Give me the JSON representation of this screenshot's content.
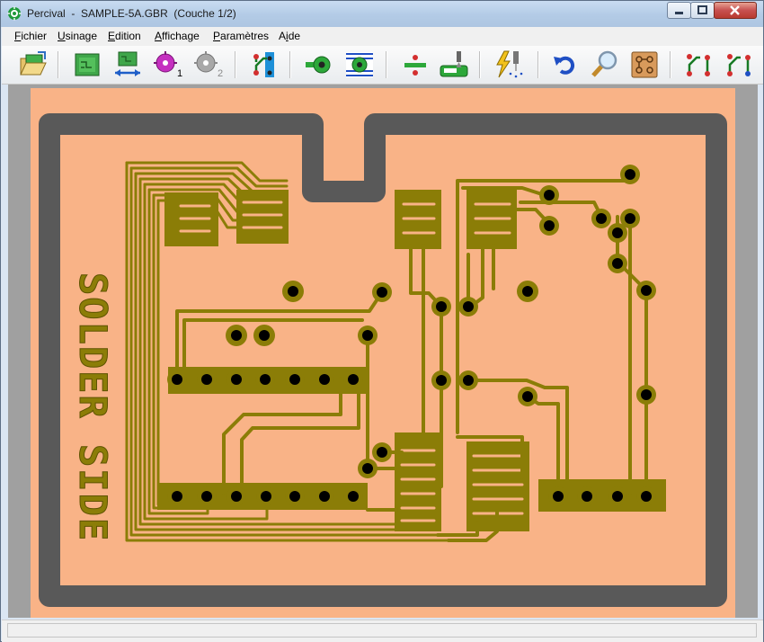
{
  "window": {
    "app_name": "Percival",
    "separator": "-",
    "file_name": "SAMPLE-5A.GBR",
    "layer": "(Couche 1/2)"
  },
  "menu": {
    "items": [
      {
        "key": "fichier",
        "first": "F",
        "rest": "ichier"
      },
      {
        "key": "usinage",
        "first": "U",
        "rest": "sinage"
      },
      {
        "key": "edition",
        "first": "E",
        "rest": "dition"
      },
      {
        "key": "affichage",
        "first": "A",
        "rest": "ffichage"
      },
      {
        "key": "parametres",
        "first": "P",
        "rest": "aramètres"
      },
      {
        "key": "aide",
        "first": "A",
        "rest": "ide",
        "pre": "",
        "underline_index": 1
      }
    ]
  },
  "toolbar": {
    "tool1_number": "1",
    "tool2_number": "2"
  },
  "board": {
    "silkscreen_text": "SOLDER SIDE",
    "colors": {
      "substrate": "#f9b387",
      "outline": "#595959",
      "copper": "#8b7d07",
      "copper_edge": "#5e5300",
      "drill": "#000000",
      "background": "#a0a0a0"
    }
  },
  "statusbar": {
    "text": ""
  }
}
